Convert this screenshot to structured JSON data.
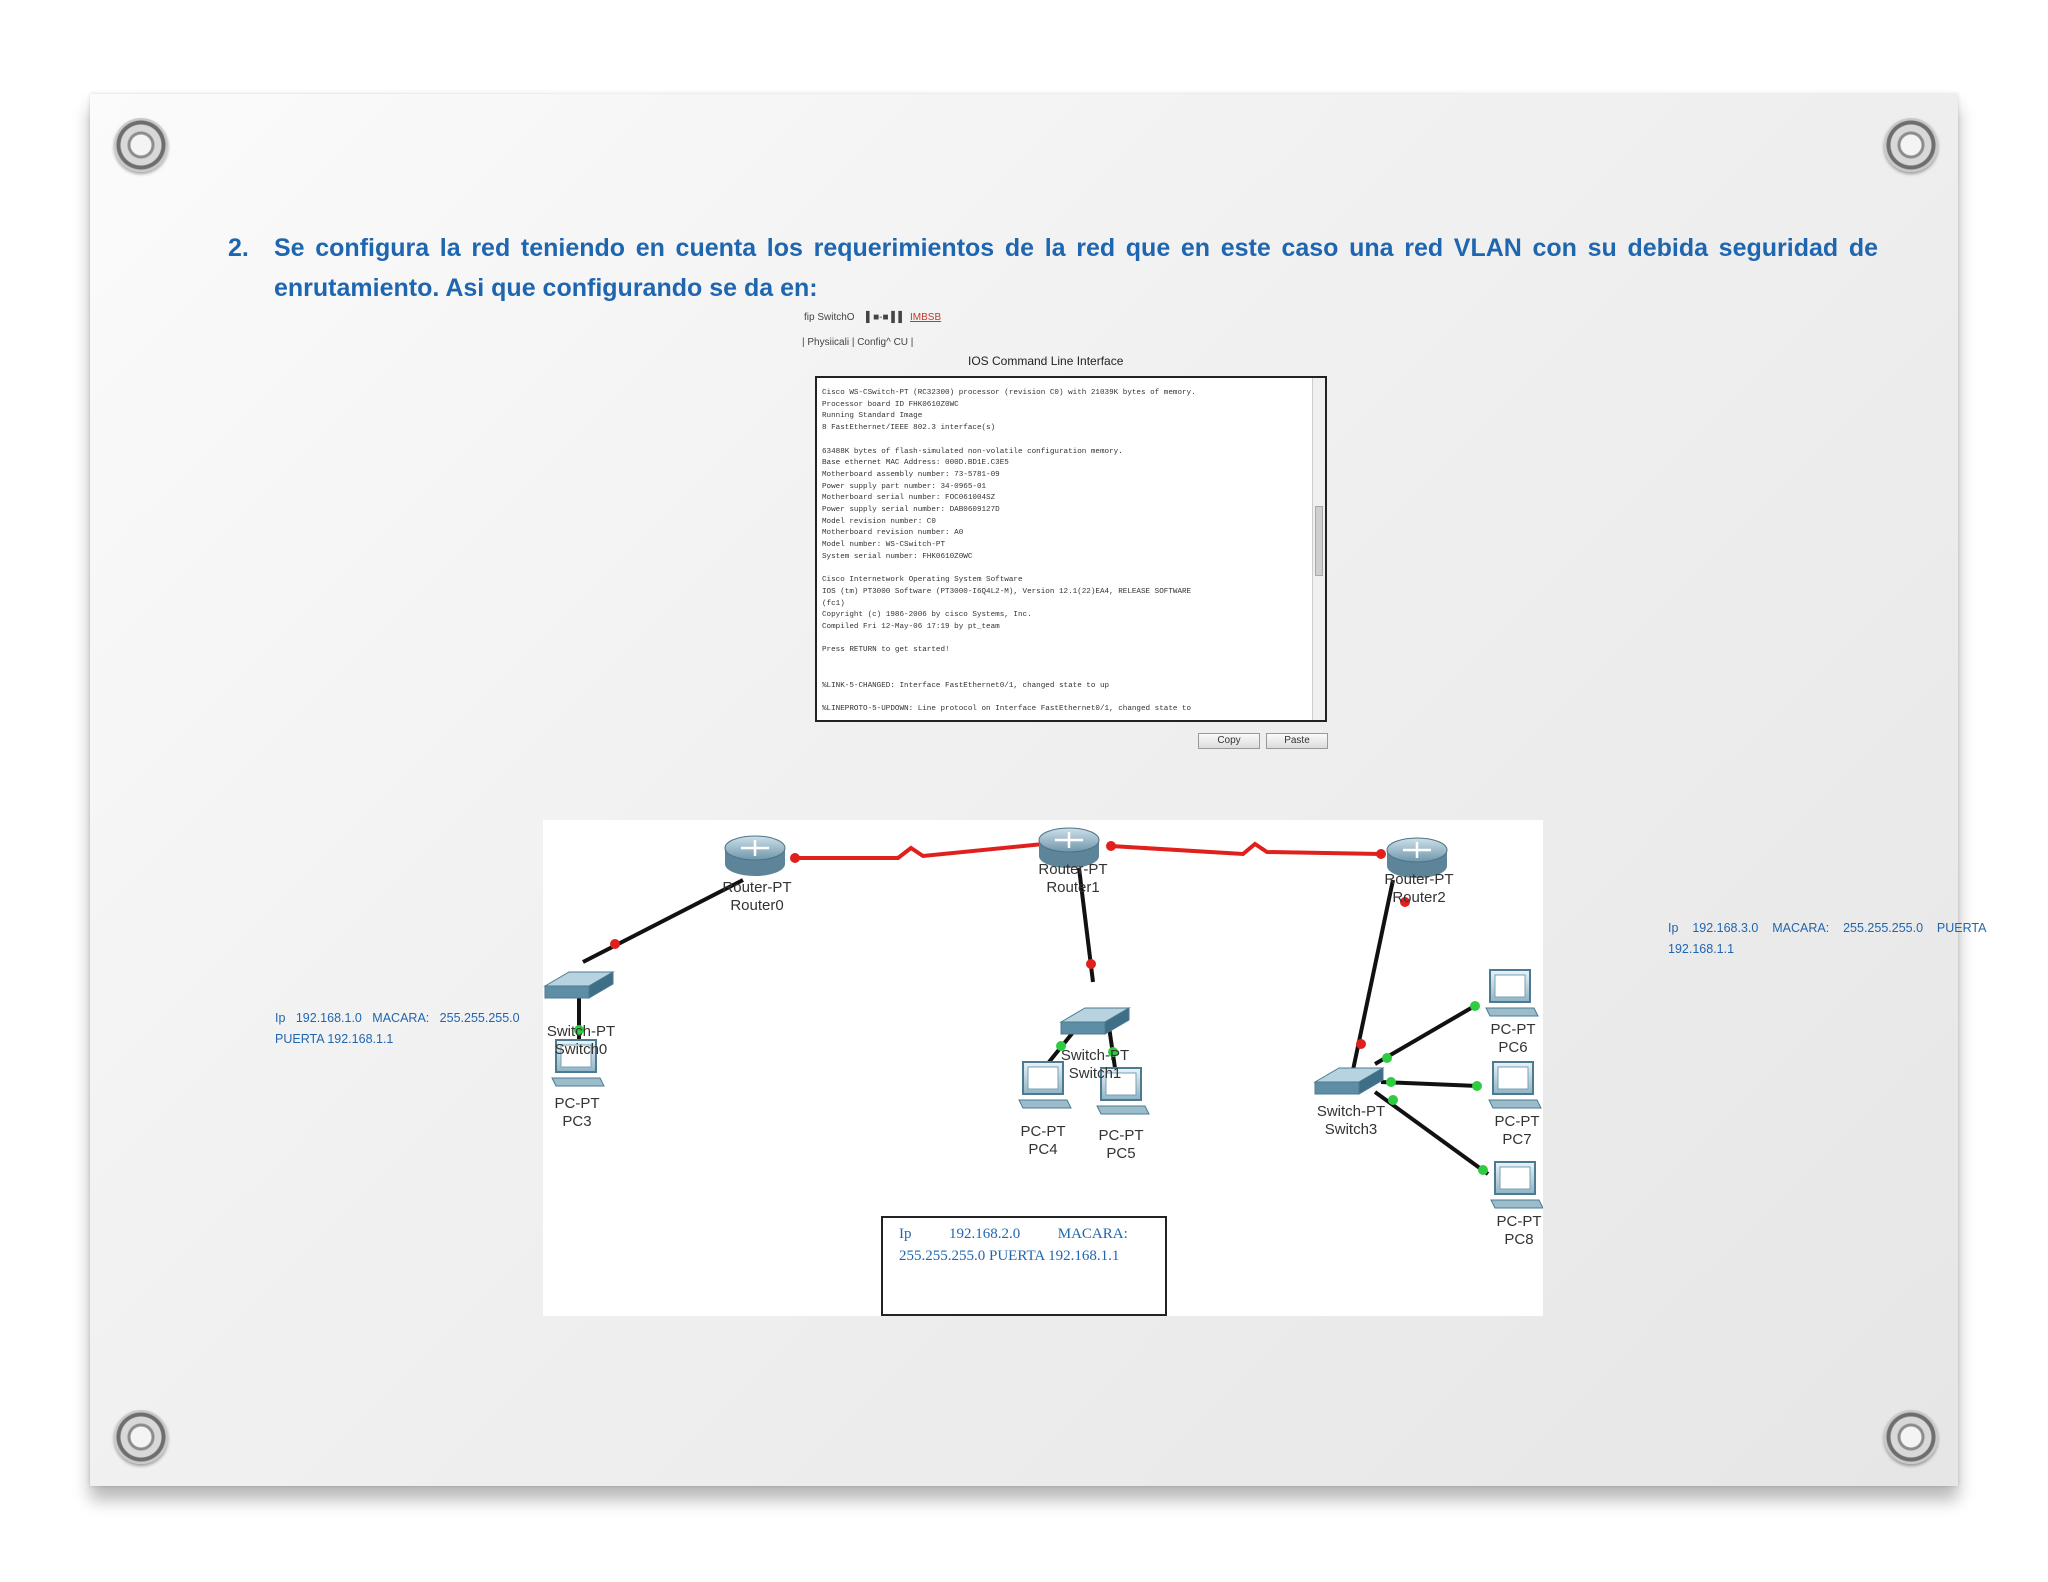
{
  "heading": {
    "number": "2.",
    "text": "Se configura la red teniendo en cuenta los requerimientos de la red que en este caso una red VLAN con su debida seguridad de enrutamiento. Asi que configurando se da en:"
  },
  "window": {
    "title_text": "fip SwitchO",
    "title_glyphs": "▌■-■ ▌▌",
    "title_link": "IMBSB",
    "tabs_text": "| Physiicali | Config^ CU |",
    "panel_title": "IOS Command Line Interface",
    "copy_label": "Copy",
    "paste_label": "Paste",
    "terminal_lines": [
      "Cisco WS-CSwitch-PT (RC32300) processor (revision C0) with 21039K bytes of memory.",
      "Processor board ID FHK0610Z0WC",
      "Running Standard Image",
      "8 FastEthernet/IEEE 802.3 interface(s)",
      "",
      "63488K bytes of flash-simulated non-volatile configuration memory.",
      "Base ethernet MAC Address: 000D.BD1E.C3E5",
      "Motherboard assembly number: 73-5781-09",
      "Power supply part number: 34-0965-01",
      "Motherboard serial number: FOC061004SZ",
      "Power supply serial number: DAB0609127D",
      "Model revision number: C0",
      "Motherboard revision number: A0",
      "Model number: WS-CSwitch-PT",
      "System serial number: FHK0610Z0WC",
      "",
      "Cisco Internetwork Operating System Software",
      "IOS (tm) PT3000 Software (PT3000-I6Q4L2-M), Version 12.1(22)EA4, RELEASE SOFTWARE",
      "(fc1)",
      "Copyright (c) 1986-2006 by cisco Systems, Inc.",
      "Compiled Fri 12-May-06 17:19 by pt_team",
      "",
      "Press RETURN to get started!",
      "",
      "",
      "%LINK-5-CHANGED: Interface FastEthernet0/1, changed state to up",
      "",
      "%LINEPROTO-5-UPDOWN: Line protocol on Interface FastEthernet0/1, changed state to"
    ]
  },
  "notes": {
    "left_line1": "Ip   192.168.1.0   MACARA:   255.255.255.0",
    "left_line2": "PUERTA 192.168.1.1",
    "right_line1": "Ip    192.168.3.0    MACARA:    255.255.255.0    PUERTA",
    "right_line2": "192.168.1.1",
    "center_line1": "Ip          192.168.2.0          MACARA:",
    "center_line2": "255.255.255.0 PUERTA 192.168.1.1"
  },
  "diagram": {
    "router0_type": "Router-PT",
    "router0_name": "Router0",
    "router1_type": "Router-PT",
    "router1_name": "Router1",
    "router2_type": "Router-PT",
    "router2_name": "Router2",
    "switch0_type": "Switch-PT",
    "switch0_name": "Switch0",
    "switch1_type": "Switch-PT",
    "switch1_name": "Switch1",
    "switch3_type": "Switch-PT",
    "switch3_name": "Switch3",
    "pc3_type": "PC-PT",
    "pc3_name": "PC3",
    "pc4_type": "PC-PT",
    "pc4_name": "PC4",
    "pc5_type": "PC-PT",
    "pc5_name": "PC5",
    "pc6_type": "PC-PT",
    "pc6_name": "PC6",
    "pc7_type": "PC-PT",
    "pc7_name": "PC7",
    "pc8_type": "PC-PT",
    "pc8_name": "PC8"
  },
  "colors": {
    "heading_blue": "#1f66b0",
    "serial_link_red": "#e0201d",
    "link_up_green": "#2ecc40",
    "link_down_red": "#e0201d"
  }
}
